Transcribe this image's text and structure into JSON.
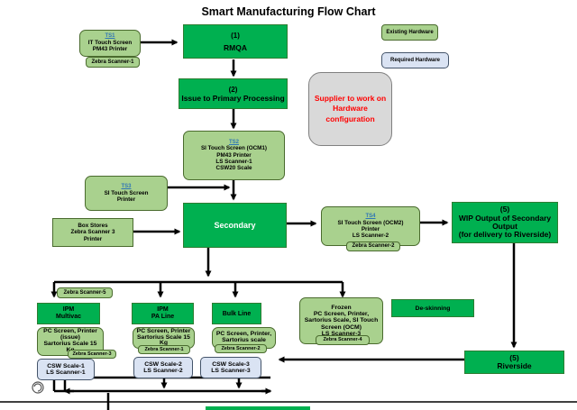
{
  "title": "Smart Manufacturing Flow Chart",
  "legend": {
    "existing": "Existing Hardware",
    "required": "Required Hardware"
  },
  "supplier_note": "Supplier to work on Hardware configuration",
  "rmqa": {
    "step": "(1)",
    "label": "RMQA",
    "station": {
      "link": "TS1",
      "lines": [
        "IT Touch Screen",
        "PM43 Printer"
      ]
    },
    "scanner": "Zebra Scanner-1"
  },
  "primary": {
    "step": "(2)",
    "label": "Issue to Primary Processing",
    "station": {
      "link": "TS2",
      "lines": [
        "SI Touch Screen (OCM1)",
        "PM43 Printer",
        "LS Scanner-1",
        "CSW20 Scale"
      ]
    }
  },
  "ts3": {
    "link": "TS3",
    "lines": [
      "SI Touch Screen",
      "Printer"
    ]
  },
  "box_stores": {
    "lines": [
      "Box Stores",
      "Zebra Scanner 3",
      "Printer"
    ]
  },
  "secondary": {
    "label": "Secondary"
  },
  "ts4": {
    "link": "TS4",
    "lines": [
      "SI Touch Screen (OCM2)",
      "Printer",
      "LS Scanner-2"
    ],
    "scanner": "Zebra Scanner-2"
  },
  "wip": {
    "lines": [
      "(5)",
      "WIP Output of Secondary",
      "Output",
      "(for delivery to Riverside)"
    ]
  },
  "riverside": {
    "lines": [
      "(5)",
      "Riverside"
    ]
  },
  "zebra5": "Zebra Scanner-5",
  "ipm_multivac": {
    "lines": [
      "IPM",
      "Multivac"
    ],
    "hw_lines": [
      "PC Screen, Printer",
      "(issue)",
      "Sartorius Scale 15",
      "Kg"
    ],
    "scanner": "Zebra Scanner-3",
    "req_lines": [
      "CSW Scale-1",
      "LS Scanner-1"
    ]
  },
  "ipm_pa": {
    "lines": [
      "IPM",
      "PA Line"
    ],
    "hw_lines": [
      "PC Screen, Printer",
      "Sartorius Scale 15",
      "Kg"
    ],
    "scanner": "Zebra Scanner-1",
    "req_lines": [
      "CSW Scale-2",
      "LS Scanner-2"
    ]
  },
  "bulk": {
    "label": "Bulk Line",
    "hw_lines": [
      "PC Screen, Printer,",
      "Sartorius scale"
    ],
    "scanner": "Zebra Scanner-2",
    "req_lines": [
      "CSW Scale-3",
      "LS Scanner-3"
    ]
  },
  "frozen": {
    "lines": [
      "Frozen",
      "PC Screen, Printer,",
      "Sartorius Scale, SI Touch",
      "Screen (OCM)",
      "LS Scanner-3"
    ],
    "scanner": "Zebra Scanner-4"
  },
  "deskinning": "De-skinning",
  "colors": {
    "process": "#00b050",
    "hardware": "#a9d18e",
    "required": "#dae3f3",
    "supplier_text": "#ff0000"
  }
}
